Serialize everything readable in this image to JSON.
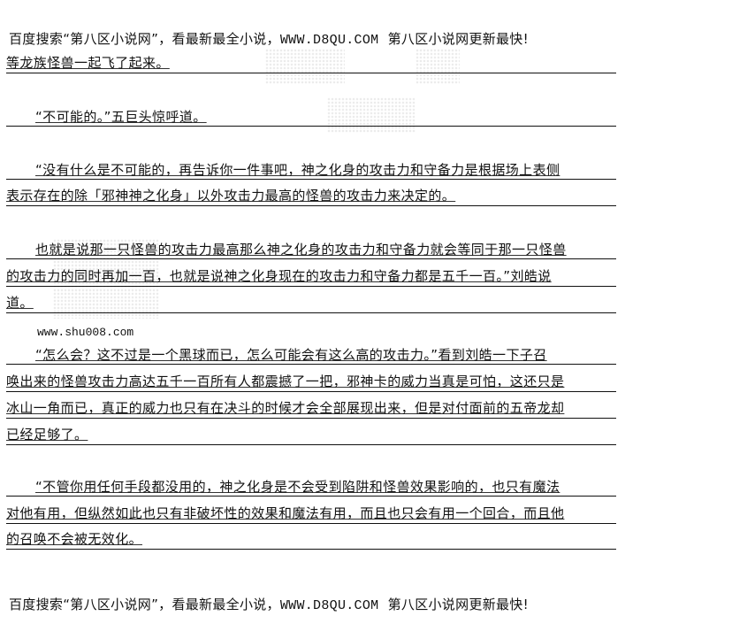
{
  "banner": {
    "prefix": "百度搜索“第八区小说网”，看最新最全小说，",
    "url": "WWW.D8QU.COM",
    "suffix": "  第八区小说网更新最快!"
  },
  "lines": [
    "等龙族怪兽一起飞了起来。",
    "“不可能的。”五巨头惊呼道。",
    "“没有什么是不可能的，再告诉你一件事吧，神之化身的攻击力和守备力是根据场上表侧",
    "表示存在的除「邪神神之化身」以外攻击力最高的怪兽的攻击力来决定的。",
    "也就是说那一只怪兽的攻击力最高那么神之化身的攻击力和守备力就会等同于那一只怪兽",
    "的攻击力的同时再加一百，也就是说神之化身现在的攻击力和守备力都是五千一百。”刘皓说",
    "道。",
    "“怎么会？这不过是一个黑球而已，怎么可能会有这么高的攻击力。”看到刘皓一下子召",
    "唤出来的怪兽攻击力高达五千一百所有人都震撼了一把，邪神卡的威力当真是可怕，这还只是",
    "冰山一角而已，真正的威力也只有在决斗的时候才会全部展现出来，但是对付面前的五帝龙却",
    "已经足够了。",
    "“不管你用任何手段都没用的，神之化身是不会受到陷阱和怪兽效果影响的，也只有魔法",
    "对他有用，但纵然如此也只有非破坏性的效果和魔法有用，而且也只会有用一个回合，而且他",
    "的召唤不会被无效化。"
  ],
  "site_mark": "www.shu008.com"
}
